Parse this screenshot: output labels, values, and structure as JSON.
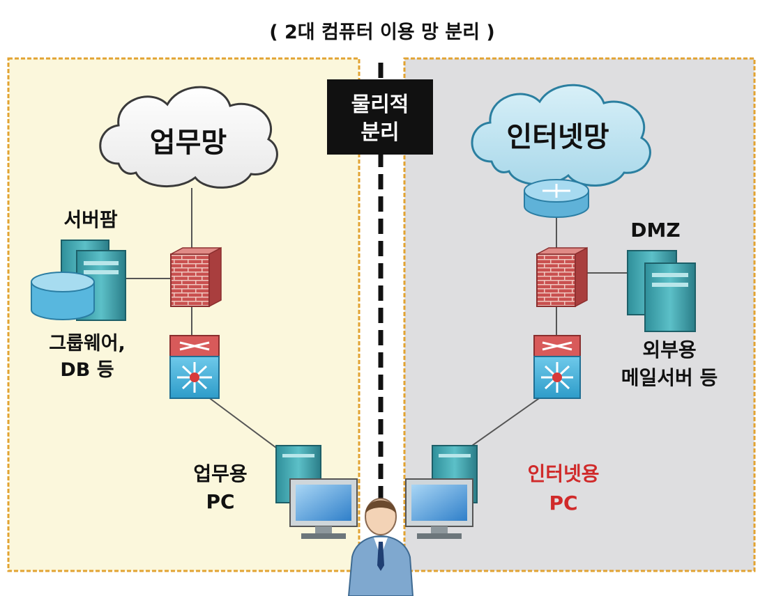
{
  "title": "( 2대 컴퓨터 이용 망 분리 )",
  "separator": {
    "line1": "물리적",
    "line2": "분리"
  },
  "left": {
    "cloud_label": "업무망",
    "server_farm_label": "서버팜",
    "groupware_line1": "그룹웨어,",
    "groupware_line2": "DB 등",
    "pc_line1": "업무용",
    "pc_line2": "PC"
  },
  "right": {
    "cloud_label": "인터넷망",
    "dmz_label": "DMZ",
    "mail_line1": "외부용",
    "mail_line2": "메일서버 등",
    "pc_line1": "인터넷용",
    "pc_line2": "PC"
  },
  "colors": {
    "left_zone_fill": "#fbf7dc",
    "right_zone_fill": "#dedee0",
    "zone_border": "#e2a332",
    "separator": "#111111",
    "internet_pc_text": "#d02a2a",
    "text": "#1a1a1a"
  },
  "icons": [
    "cloud-icon",
    "router-icon",
    "firewall-icon",
    "switch-icon",
    "server-icon",
    "database-icon",
    "pc-icon",
    "user-icon"
  ]
}
